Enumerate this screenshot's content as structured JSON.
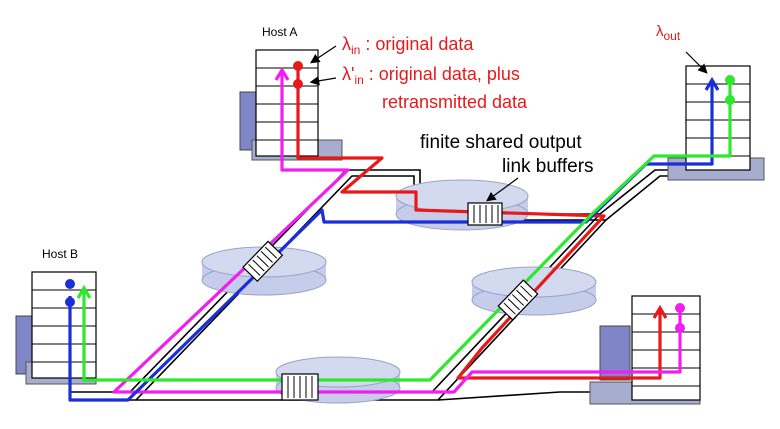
{
  "hosts": {
    "a": {
      "label": "Host A"
    },
    "b": {
      "label": "Host B"
    }
  },
  "labels": {
    "lambda_in": {
      "symbol": "λ",
      "sub": "in",
      "text": " : original data"
    },
    "lambda_in_prime": {
      "symbol": "λ'",
      "sub": "in",
      "text": " : original data, plus",
      "line2": "retransmitted data"
    },
    "lambda_out": {
      "symbol": "λ",
      "sub": "out"
    },
    "buffers": {
      "line1": "finite shared output",
      "line2": "link buffers"
    }
  },
  "colors": {
    "red": "#e8191b",
    "blue": "#1a2fd6",
    "green": "#2ee82e",
    "magenta": "#f01ef0",
    "router": "#c5cdea",
    "label_red": "#e8191b"
  }
}
